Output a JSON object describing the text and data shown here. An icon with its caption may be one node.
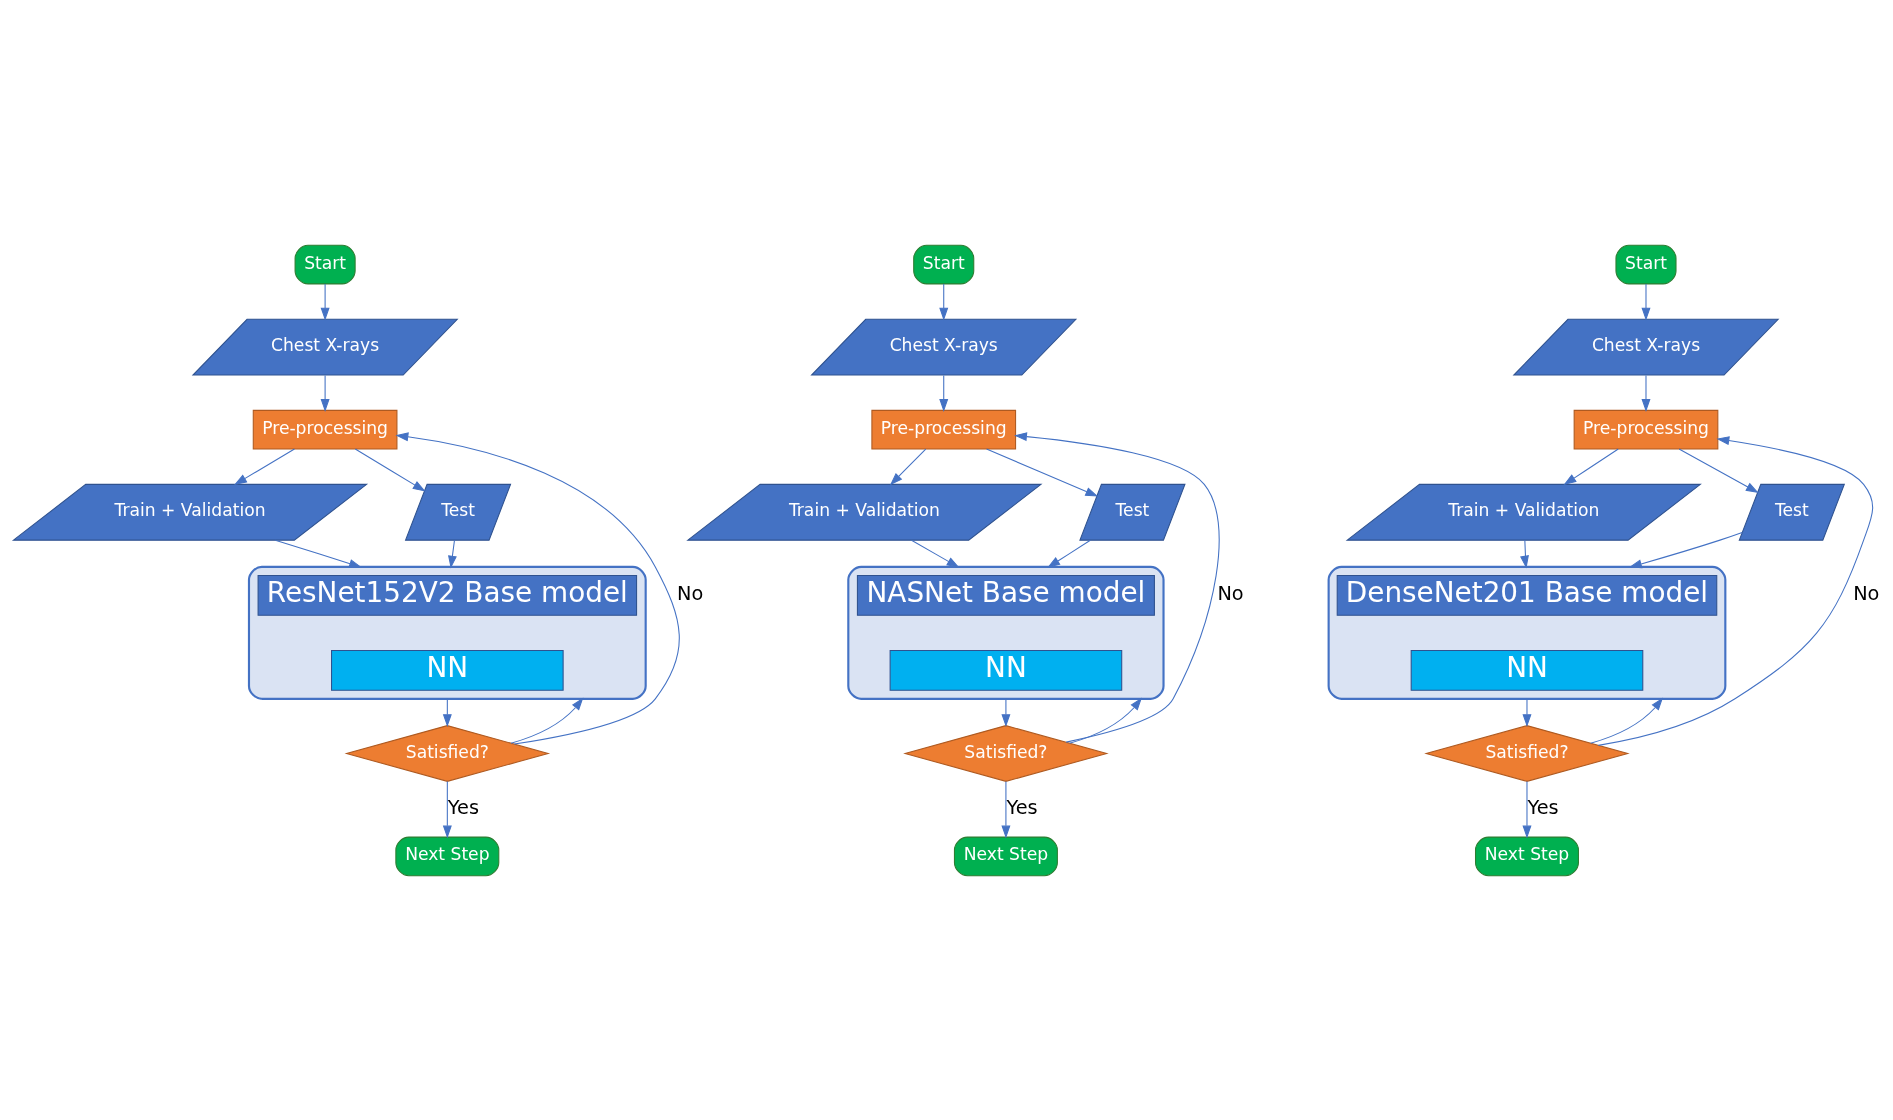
{
  "diagram": {
    "nodes": [
      {
        "text": [
          "Start"
        ]
      },
      {
        "text": [
          "Chest X-rays"
        ]
      },
      {
        "text": [
          "Pre-processing"
        ]
      },
      {
        "text": [
          "Train + Validation"
        ]
      },
      {
        "text": [
          "Test"
        ]
      },
      {
        "text": [],
        "shape": "box"
      },
      {
        "text": [
          "ResNet152V2 Base model"
        ],
        "in": 5
      },
      {
        "text": [
          "NN"
        ],
        "in": 5
      },
      {
        "text": [
          "Satisfied?"
        ]
      },
      {
        "text": [
          "Next Step"
        ]
      },
      {
        "text": [
          "Start"
        ]
      },
      {
        "text": [
          "Chest X-rays"
        ]
      },
      {
        "text": [
          "Pre-processing"
        ]
      },
      {
        "text": [
          "Train + Validation"
        ]
      },
      {
        "text": [
          "Test"
        ]
      },
      {
        "text": [],
        "shape": "box"
      },
      {
        "text": [
          "NASNet Base model"
        ],
        "in": 15
      },
      {
        "text": [
          "NN"
        ],
        "in": 15
      },
      {
        "text": [
          "Satisfied?"
        ]
      },
      {
        "text": [
          "Next Step"
        ]
      },
      {
        "text": [
          "Start"
        ]
      },
      {
        "text": [
          "Chest X-rays"
        ]
      },
      {
        "text": [
          "Pre-processing"
        ]
      },
      {
        "text": [
          "Train + Validation"
        ]
      },
      {
        "text": [
          "Test"
        ]
      },
      {
        "text": [],
        "shape": "box"
      },
      {
        "text": [
          "DenseNet201 Base model"
        ],
        "in": 25
      },
      {
        "text": [
          "NN"
        ],
        "in": 25
      },
      {
        "text": [
          "Satisfied?"
        ]
      },
      {
        "text": [
          "Next Step"
        ]
      }
    ],
    "edges": [
      {
        "from": 0,
        "to": 1,
        "arrow": "to"
      },
      {
        "from": 1,
        "to": 2,
        "arrow": "to"
      },
      {
        "from": 2,
        "to": 3,
        "arrow": "to"
      },
      {
        "from": 2,
        "to": 4,
        "arrow": "to"
      },
      {
        "from": 3,
        "to": 5,
        "arrow": "to"
      },
      {
        "from": 4,
        "to": 5,
        "arrow": "to"
      },
      {
        "from": 5,
        "to": 8,
        "arrow": "to"
      },
      {
        "from": 8,
        "to": 2,
        "arrow": "to",
        "label": "No"
      },
      {
        "from": 8,
        "to": 5,
        "arrow": "to"
      },
      {
        "from": 8,
        "to": 9,
        "arrow": "to",
        "label": "Yes"
      },
      {
        "from": 10,
        "to": 11,
        "arrow": "to"
      },
      {
        "from": 11,
        "to": 12,
        "arrow": "to"
      },
      {
        "from": 12,
        "to": 13,
        "arrow": "to"
      },
      {
        "from": 12,
        "to": 14,
        "arrow": "to"
      },
      {
        "from": 13,
        "to": 15,
        "arrow": "to"
      },
      {
        "from": 14,
        "to": 15,
        "arrow": "to"
      },
      {
        "from": 15,
        "to": 18,
        "arrow": "to"
      },
      {
        "from": 18,
        "to": 12,
        "arrow": "to",
        "label": "No"
      },
      {
        "from": 18,
        "to": 15,
        "arrow": "to"
      },
      {
        "from": 18,
        "to": 19,
        "arrow": "to",
        "label": "Yes"
      },
      {
        "from": 20,
        "to": 21,
        "arrow": "to"
      },
      {
        "from": 21,
        "to": 22,
        "arrow": "to"
      },
      {
        "from": 22,
        "to": 23,
        "arrow": "to"
      },
      {
        "from": 22,
        "to": 24,
        "arrow": "to"
      },
      {
        "from": 23,
        "to": 25,
        "arrow": "to"
      },
      {
        "from": 24,
        "to": 25,
        "arrow": "to"
      },
      {
        "from": 25,
        "to": 28,
        "arrow": "to"
      },
      {
        "from": 28,
        "to": 22,
        "arrow": "to",
        "label": "No"
      },
      {
        "from": 28,
        "to": 25,
        "arrow": "to"
      },
      {
        "from": 28,
        "to": 29,
        "arrow": "to",
        "label": "Yes"
      }
    ]
  }
}
